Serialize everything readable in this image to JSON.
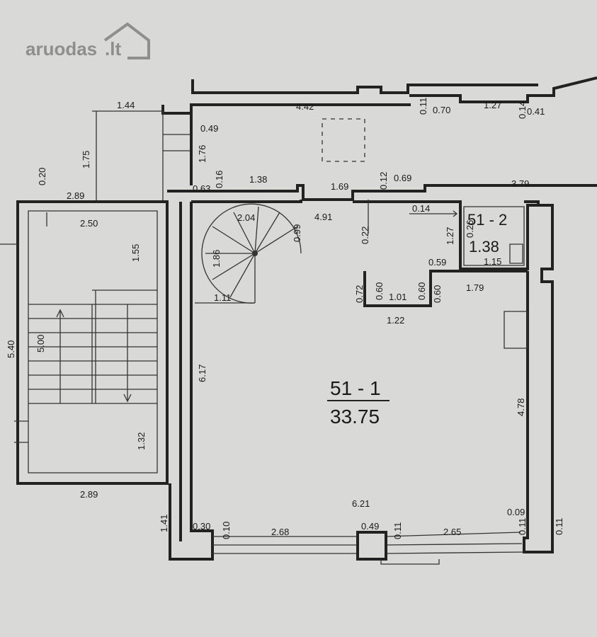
{
  "watermark": {
    "brand": "aruodas",
    "suffix": ".lt"
  },
  "rooms": [
    {
      "id": "51 - 1",
      "area": "33.75"
    },
    {
      "id": "51 - 2",
      "area": "1.38"
    }
  ],
  "dims": {
    "d144": "1.44",
    "d442": "4.42",
    "d011a": "0.11",
    "d070": "0.70",
    "d127a": "1.27",
    "d014": "0.14",
    "d041": "0.41",
    "d049a": "0.49",
    "d175": "1.75",
    "d176": "1.76",
    "d020": "0.20",
    "d289a": "2.89",
    "d063": "0.63",
    "d016": "0.16",
    "d138": "1.38",
    "d169": "1.69",
    "d012": "0.12",
    "d069": "0.69",
    "d379": "3.79",
    "d250": "2.50",
    "d155": "1.55",
    "d204": "2.04",
    "d099": "0.99",
    "d491": "4.91",
    "d014b": "0.14",
    "d022": "0.22",
    "d127b": "1.27",
    "d026": "0.26",
    "d186": "1.86",
    "d059": "0.59",
    "d115": "1.15",
    "d072": "0.72",
    "d060a": "0.60",
    "d101": "1.01",
    "d060b": "0.60",
    "d060c": "0.60",
    "d179": "1.79",
    "d111": "1.11",
    "d540": "5.40",
    "d500": "5.00",
    "d122": "1.22",
    "d617": "6.17",
    "d478": "4.78",
    "d132": "1.32",
    "d289b": "2.89",
    "d621": "6.21",
    "d141": "1.41",
    "d030": "0.30",
    "d010": "0.10",
    "d268": "2.68",
    "d049b": "0.49",
    "d011b": "0.11",
    "d265": "2.65",
    "d009": "0.09",
    "d011c": "0.11",
    "d011d": "0.11"
  }
}
